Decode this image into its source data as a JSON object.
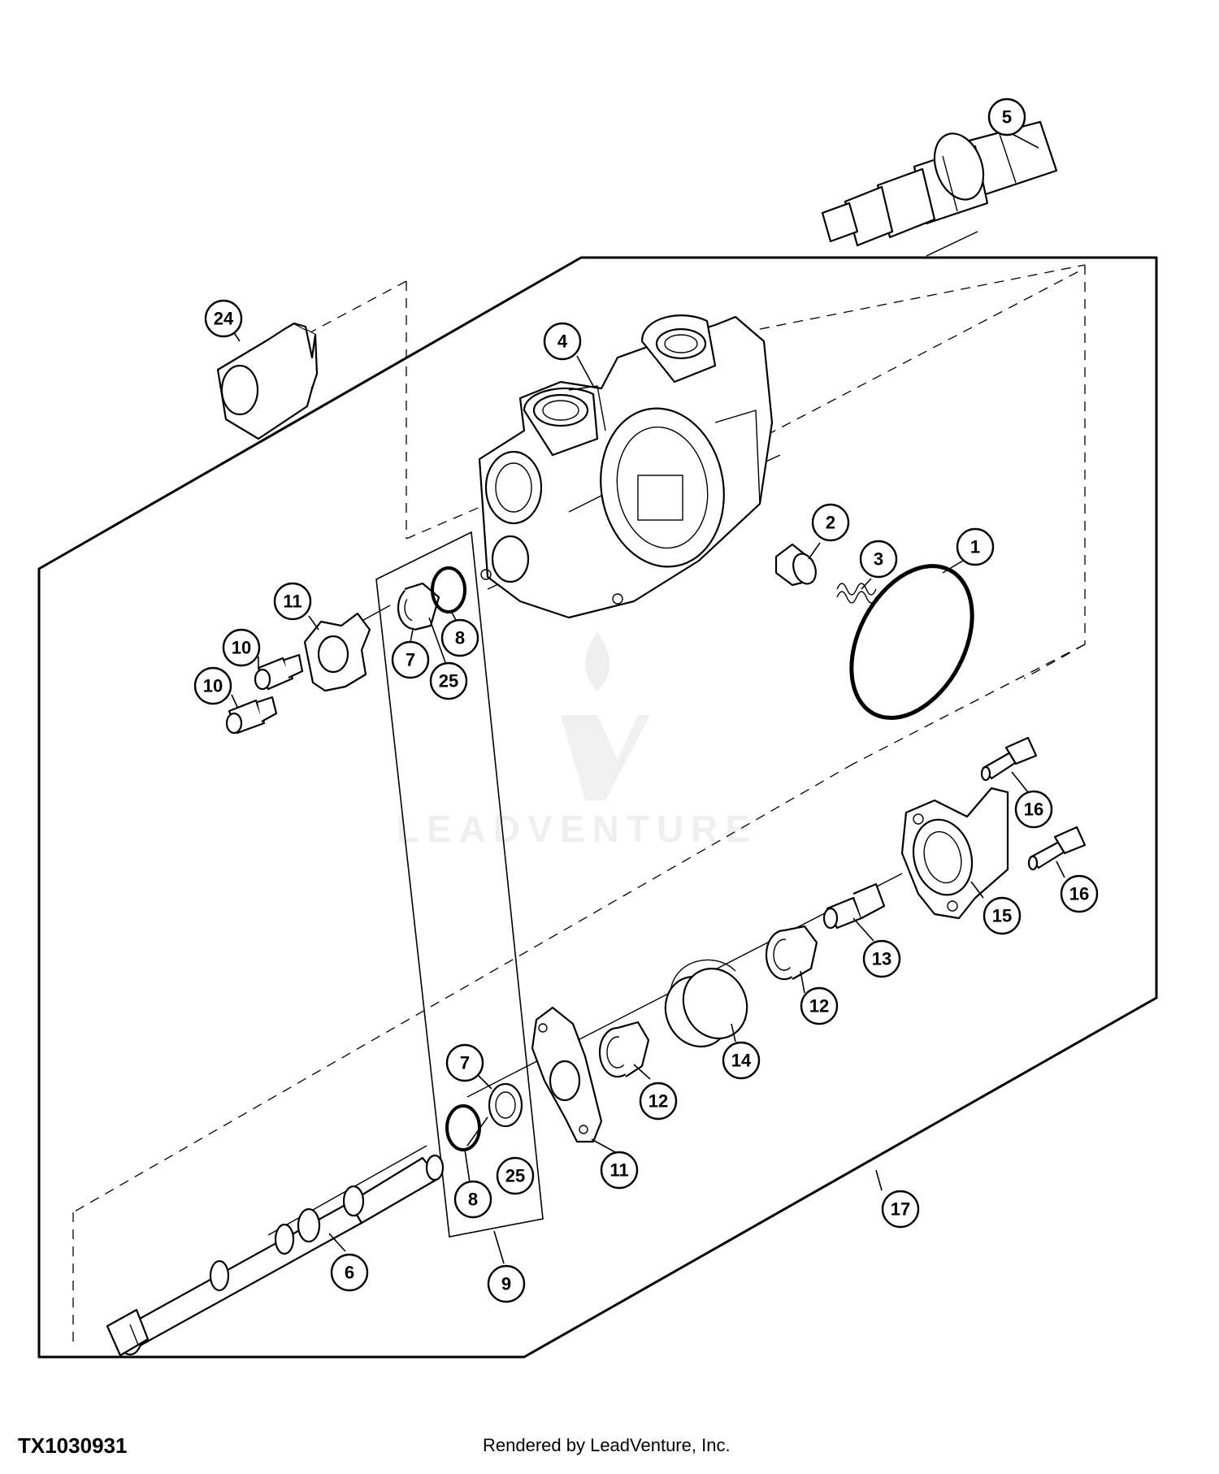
{
  "figure_id": "TX1030931",
  "credit": "Rendered by LeadVenture, Inc.",
  "watermark": "LEADVENTURE",
  "callouts": {
    "c1": "1",
    "c2": "2",
    "c3": "3",
    "c4": "4",
    "c5": "5",
    "c6": "6",
    "c7a": "7",
    "c7b": "7",
    "c8a": "8",
    "c8b": "8",
    "c9": "9",
    "c10a": "10",
    "c10b": "10",
    "c11a": "11",
    "c11b": "11",
    "c12a": "12",
    "c12b": "12",
    "c13": "13",
    "c14": "14",
    "c15": "15",
    "c16a": "16",
    "c16b": "16",
    "c17": "17",
    "c24": "24",
    "c25a": "25",
    "c25b": "25"
  }
}
